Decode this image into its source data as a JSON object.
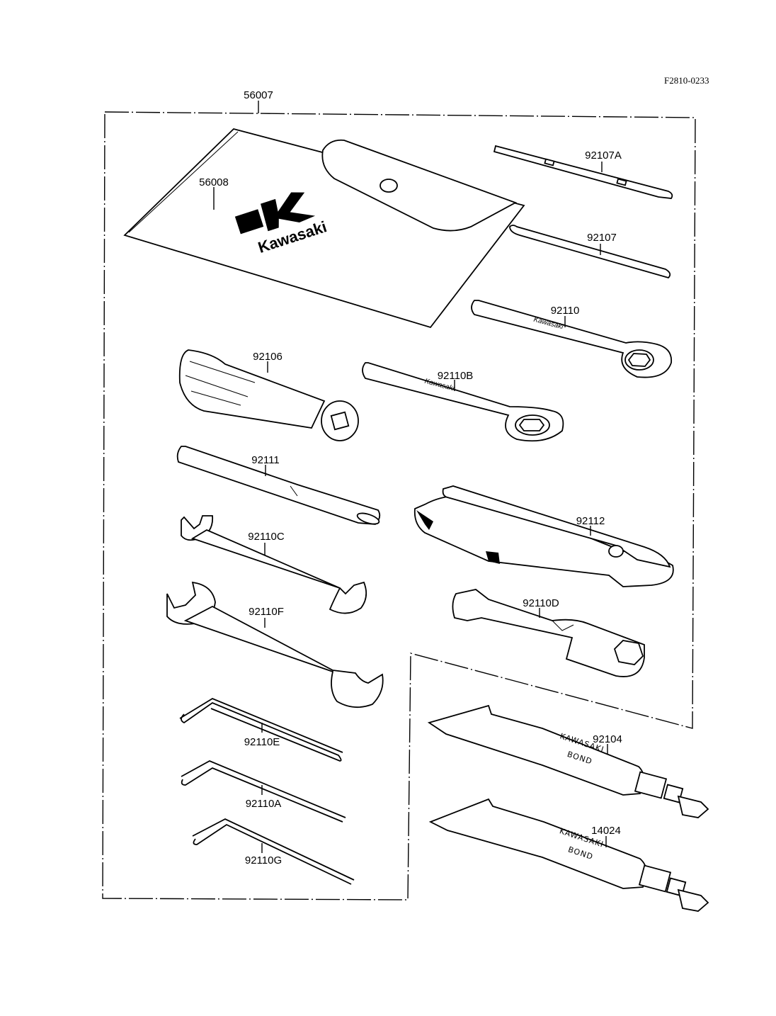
{
  "figure_code": "F2810-0233",
  "labels": {
    "toolkit": "56007",
    "pouch": "56008",
    "screwdriver_flat": "92107A",
    "screwdriver_phillips": "92107",
    "box_wrench_a": "92110",
    "handle": "92106",
    "box_wrench_b": "92110B",
    "extension_bar": "92111",
    "pliers": "92112",
    "open_wrench_small": "92110C",
    "spark_plug_wrench": "92110D",
    "open_wrench_large": "92110F",
    "hex_key_e": "92110E",
    "bond_tube_a": "92104",
    "hex_key_a": "92110A",
    "bond_tube_b": "14024",
    "hex_key_g": "92110G"
  },
  "pouch_logo": "Kawasaki",
  "wrench_brand": "Kawasaki",
  "tube_text": {
    "line1": "KAWASAKI",
    "line2": "BOND"
  }
}
